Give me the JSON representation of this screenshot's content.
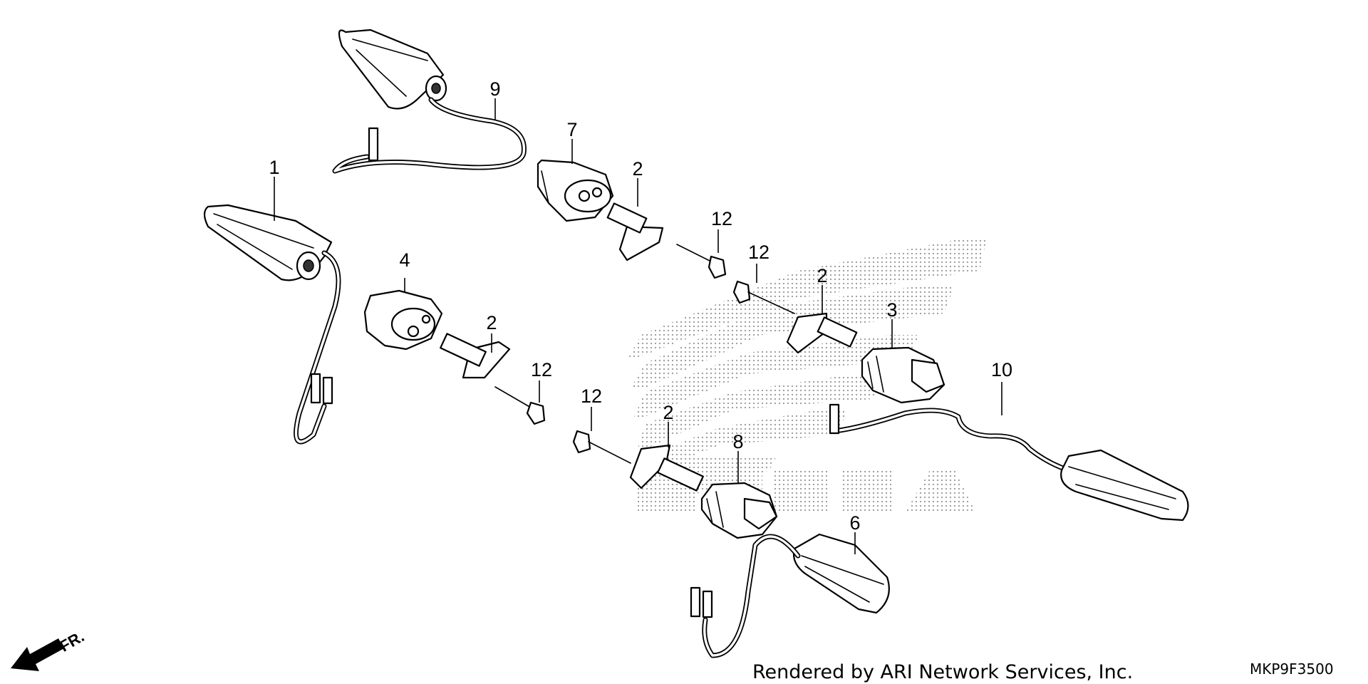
{
  "diagram": {
    "callouts": [
      "1",
      "2",
      "2",
      "2",
      "2",
      "3",
      "4",
      "6",
      "7",
      "8",
      "9",
      "10",
      "12",
      "12",
      "12",
      "12"
    ],
    "direction_label": "FR.",
    "watermark_text": "HONDA",
    "credit": "Rendered by ARI Network Services, Inc.",
    "diagram_code": "MKP9F3500"
  }
}
